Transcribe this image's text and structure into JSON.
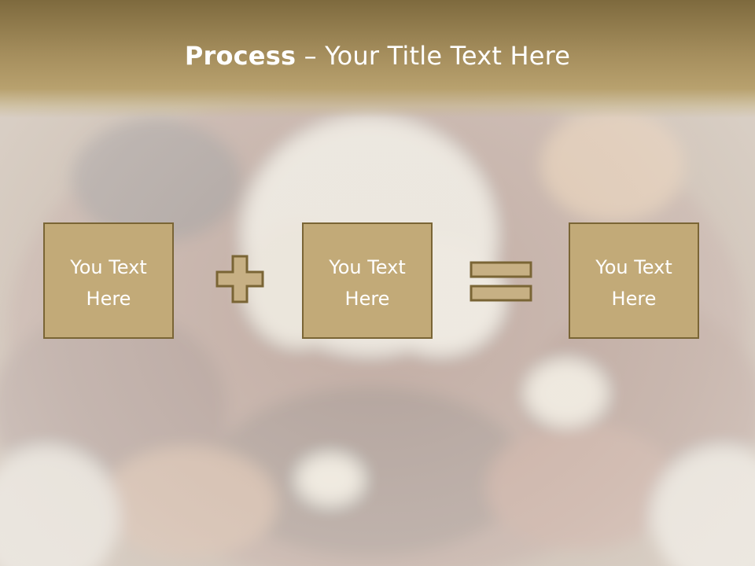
{
  "slide": {
    "title_bold": "Process",
    "title_rest": " – Your Title Text Here"
  },
  "boxes": [
    {
      "label": "You Text\nHere"
    },
    {
      "label": "You Text\nHere"
    },
    {
      "label": "You Text\nHere"
    }
  ],
  "icons": {
    "operator_1": "plus-icon",
    "operator_2": "equals-icon"
  },
  "colors": {
    "title_band": "#9c8550",
    "box_fill": "#c2aa78",
    "box_border": "#7a6535",
    "operator_fill": "#c7b084",
    "operator_stroke": "#7a6535",
    "text": "#ffffff"
  }
}
